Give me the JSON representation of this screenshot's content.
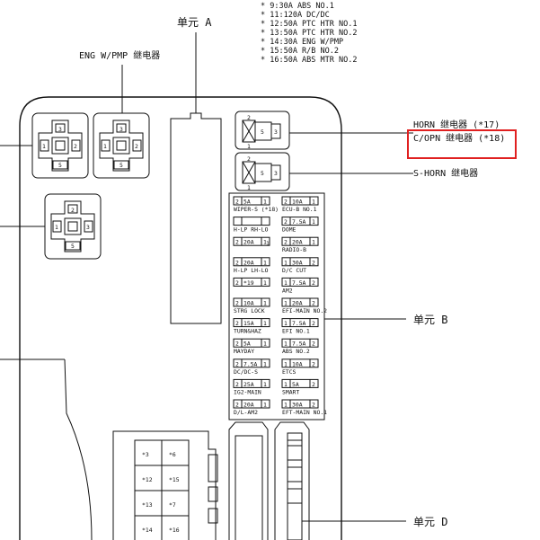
{
  "notes": [
    "* 9:30A ABS NO.1",
    "* 11:120A DC/DC",
    "* 12:50A PTC HTR NO.1",
    "* 13:50A PTC HTR NO.2",
    "* 14:30A ENG W/PMP",
    "* 15:50A R/B NO.2",
    "* 16:50A ABS MTR NO.2"
  ],
  "labels": {
    "unit_a": "单元 A",
    "eng_wpmp": "ENG W/PMP 继电器",
    "horn": "HORN 继电器 (*17)",
    "copn": "C/OPN 继电器 (*18)",
    "s_horn": "S-HORN 继电器",
    "unit_b": "单元 B",
    "unit_d": "单元 D"
  },
  "highlight_color": "#e02020",
  "relay_pins": {
    "left_a": [
      "3",
      "1",
      "2",
      "5"
    ],
    "left_b": [
      "3",
      "1",
      "2",
      "5"
    ],
    "left_c": [
      "2",
      "1",
      "3",
      "5"
    ],
    "top_right_a": [
      "2",
      "1",
      "5",
      "3"
    ],
    "top_right_b": [
      "2",
      "1",
      "5",
      "3"
    ]
  },
  "fuse_left": [
    {
      "pins": [
        "2",
        "1"
      ],
      "amp": "5A",
      "name": "WIPER-S (*18)"
    },
    {
      "pins": [
        "",
        ""
      ],
      "amp": "",
      "name": "H-LP RH-LO"
    },
    {
      "pins": [
        "2",
        "1"
      ],
      "amp": "20A",
      "name": ""
    },
    {
      "pins": [
        "2",
        "1"
      ],
      "amp": "20A",
      "name": "H-LP LH-LO"
    },
    {
      "pins": [
        "2",
        "1"
      ],
      "amp": "*19",
      "name": ""
    },
    {
      "pins": [
        "2",
        "1"
      ],
      "amp": "10A",
      "name": "STRG LOCK"
    },
    {
      "pins": [
        "2",
        "1"
      ],
      "amp": "15A",
      "name": "TURN&HAZ"
    },
    {
      "pins": [
        "2",
        "1"
      ],
      "amp": "5A",
      "name": "MAYDAY"
    },
    {
      "pins": [
        "2",
        "1"
      ],
      "amp": "7.5A",
      "name": "DC/DC-S"
    },
    {
      "pins": [
        "2",
        "1"
      ],
      "amp": "25A",
      "name": "IG2-MAIN"
    },
    {
      "pins": [
        "2",
        "1"
      ],
      "amp": "20A",
      "name": "D/L-AM2"
    }
  ],
  "fuse_right": [
    {
      "pins": [
        "2",
        "1"
      ],
      "amp": "10A",
      "name": "ECU-B NO.1"
    },
    {
      "pins": [
        "2",
        "1"
      ],
      "amp": "7.5A",
      "name": "DOME"
    },
    {
      "pins": [
        "2",
        "1"
      ],
      "amp": "20A",
      "name": "RADIO-B"
    },
    {
      "pins": [
        "1",
        "2"
      ],
      "amp": "30A",
      "name": "D/C CUT"
    },
    {
      "pins": [
        "1",
        "2"
      ],
      "amp": "7.5A",
      "name": "AM2"
    },
    {
      "pins": [
        "1",
        "2"
      ],
      "amp": "20A",
      "name": "EFI-MAIN NO.2"
    },
    {
      "pins": [
        "1",
        "2"
      ],
      "amp": "7.5A",
      "name": "EFI NO.1"
    },
    {
      "pins": [
        "1",
        "2"
      ],
      "amp": "7.5A",
      "name": "ABS NO.2"
    },
    {
      "pins": [
        "1",
        "2"
      ],
      "amp": "10A",
      "name": "ETCS"
    },
    {
      "pins": [
        "1",
        "2"
      ],
      "amp": "5A",
      "name": "SMART"
    },
    {
      "pins": [
        "1",
        "2"
      ],
      "amp": "30A",
      "name": "EFT-MAIN NO.1"
    }
  ],
  "mid_pin": "1",
  "grid_cells": [
    "*3",
    "*6",
    "*12",
    "*15",
    "*13",
    "*7",
    "*14",
    "*16"
  ]
}
